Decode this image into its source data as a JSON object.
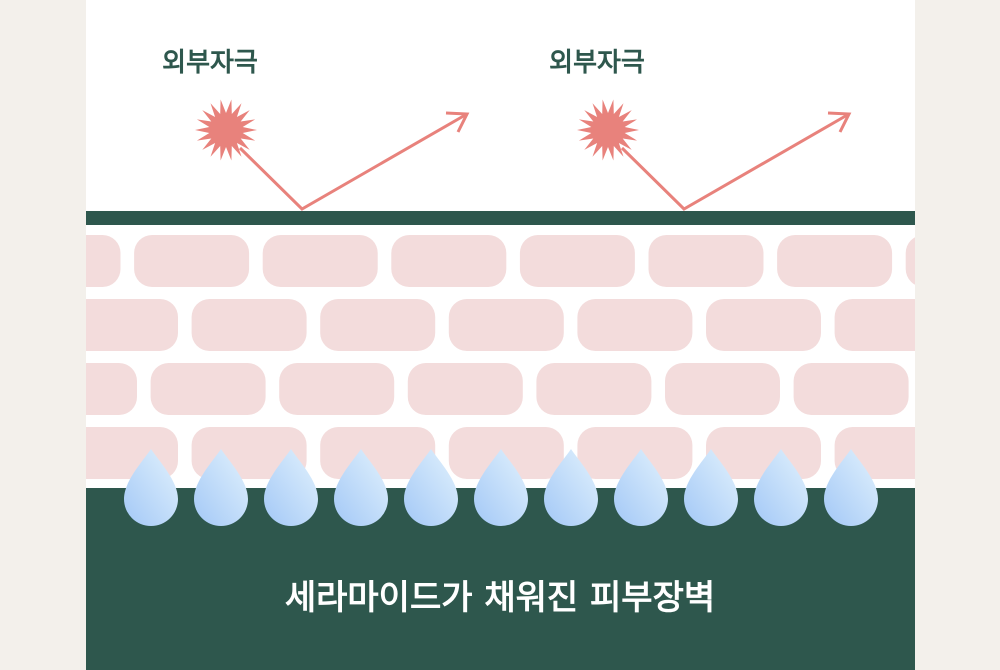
{
  "labels": {
    "stimulus_left": "외부자극",
    "stimulus_right": "외부자극"
  },
  "caption": "세라마이드가 채워진 피부장벽",
  "colors": {
    "background": "#f3f0eb",
    "panel": "#ffffff",
    "barrier": "#2e574d",
    "brick": "#f3dcdc",
    "stimulus": "#e8827c",
    "drop_top": "#d9eefc",
    "drop_bottom": "#a6cbf7"
  },
  "icons": {
    "stimulus": "starburst-icon",
    "reflection": "arrow-icon",
    "moisture": "water-drop-icon"
  },
  "drop_count": 11
}
